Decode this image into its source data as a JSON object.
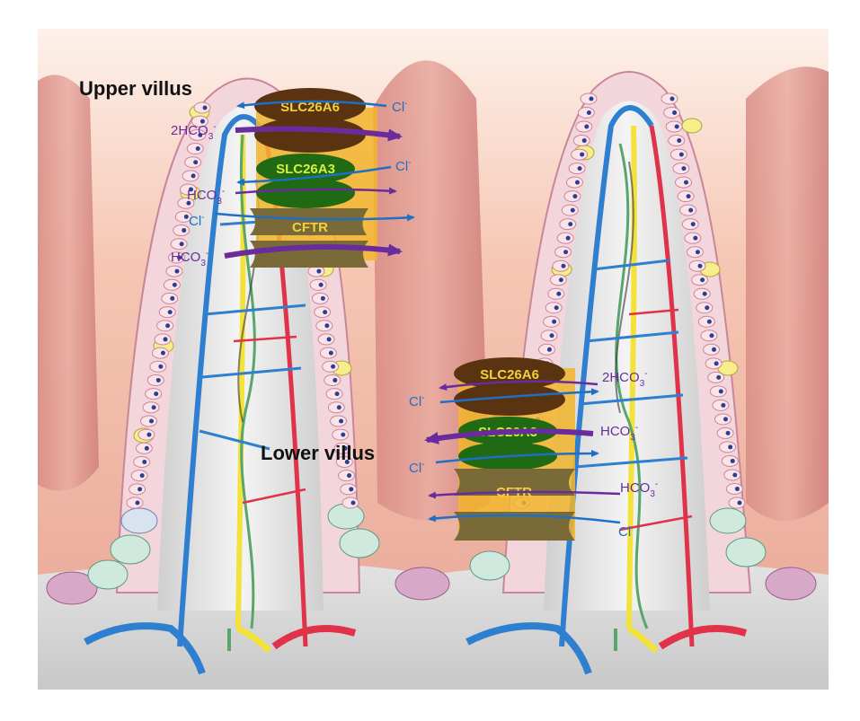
{
  "headings": {
    "upper": "Upper villus",
    "lower": "Lower villus"
  },
  "transporters": {
    "slc26a6": "SLC26A6",
    "slc26a3": "SLC26A3",
    "cftr": "CFTR"
  },
  "ions": {
    "cl": "Cl",
    "cl_charge": "-",
    "hco3": "HCO",
    "hco3_sub": "3",
    "hco3_charge": "-",
    "two": "2"
  },
  "colors": {
    "chloride_arrow": "#1f6fc4",
    "bicarbonate_arrow": "#6a2c9c",
    "slc26a6_protein": "#5a3310",
    "slc26a3_protein": "#1f6a12",
    "cftr_protein": "#7a6a38",
    "membrane_band": "#f2b52d",
    "slc26a6_label": "#f3d13a",
    "slc26a3_label": "#d9ef3a",
    "cftr_label": "#f3d13a",
    "artery": "#e0334a",
    "vein": "#2f7fd0",
    "lacteal": "#f3e23a",
    "nerve": "#58a66c"
  }
}
